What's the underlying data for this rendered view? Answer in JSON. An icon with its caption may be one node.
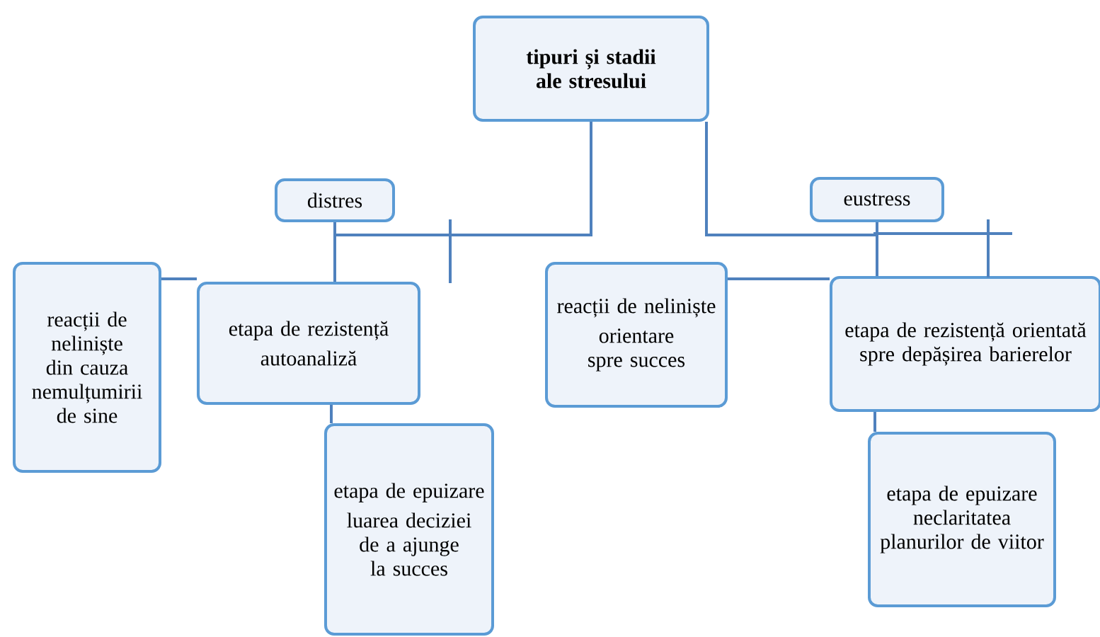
{
  "diagram": {
    "nodes": [
      {
        "text": [
          "tipuri și stadii ale stresului"
        ]
      },
      {
        "text": [
          "distres"
        ]
      },
      {
        "text": [
          "reacții de neliniște din cauza nemulțumirii de sine"
        ]
      },
      {
        "text": [
          "etapa de rezistență",
          "autoanaliză"
        ]
      },
      {
        "text": [
          "etapa de epuizare",
          "luarea deciziei de a ajunge la succes"
        ]
      },
      {
        "text": [
          "eustress"
        ]
      },
      {
        "text": [
          "reacții de neliniște",
          "orientare spre succes"
        ]
      },
      {
        "text": [
          "etapa de rezistență orientată spre depășirea barierelor"
        ]
      },
      {
        "text": [
          "etapa de epuizare neclaritatea planurilor de viitor"
        ]
      }
    ],
    "edges": [
      {
        "from": 0,
        "to": 1,
        "arrow": "none"
      },
      {
        "from": 0,
        "to": 5,
        "arrow": "none"
      },
      {
        "from": 1,
        "to": 3,
        "arrow": "none"
      },
      {
        "from": 5,
        "to": 7,
        "arrow": "none"
      },
      {
        "from": 2,
        "to": 3,
        "arrow": "none"
      },
      {
        "from": 6,
        "to": 7,
        "arrow": "none"
      },
      {
        "from": 3,
        "to": 4,
        "arrow": "none"
      },
      {
        "from": 7,
        "to": 8,
        "arrow": "none"
      }
    ]
  }
}
